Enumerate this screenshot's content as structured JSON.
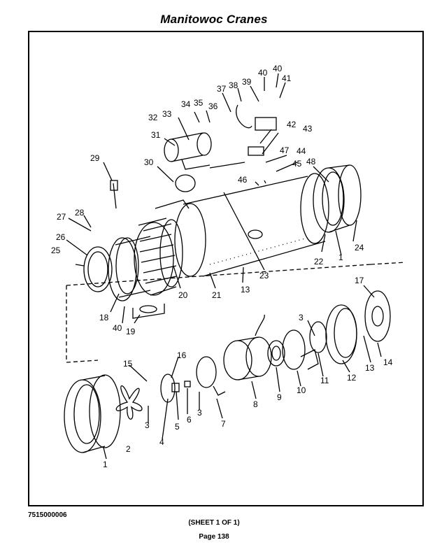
{
  "header": {
    "title": "Manitowoc Cranes"
  },
  "footer": {
    "doc_number": "7515000006",
    "sheet": "(SHEET 1 OF 1)",
    "page": "Page 138"
  },
  "callouts": [
    "1",
    "1",
    "2",
    "3",
    "3",
    "3",
    "4",
    "5",
    "6",
    "7",
    "8",
    "9",
    "10",
    "11",
    "12",
    "13",
    "13",
    "14",
    "15",
    "16",
    "17",
    "18",
    "19",
    "20",
    "21",
    "22",
    "23",
    "24",
    "25",
    "26",
    "27",
    "28",
    "29",
    "30",
    "31",
    "32",
    "33",
    "34",
    "35",
    "36",
    "37",
    "38",
    "39",
    "40",
    "40",
    "40",
    "41",
    "42",
    "43",
    "44",
    "45",
    "46",
    "47",
    "48"
  ]
}
